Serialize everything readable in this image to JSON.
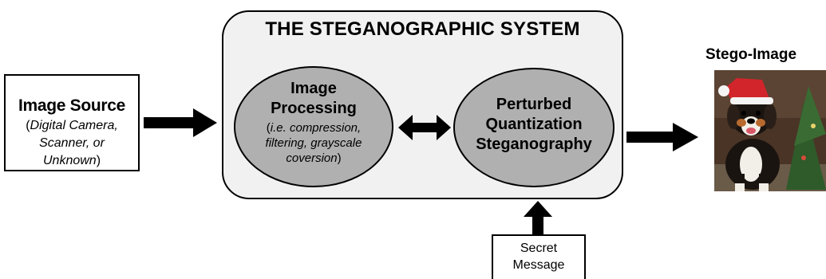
{
  "diagram": {
    "source": {
      "title": "Image Source",
      "open_paren": "(",
      "line1": "Digital Camera,",
      "line2": "Scanner, or",
      "line3": "Unknown",
      "close_paren": ")"
    },
    "system": {
      "title": "THE STEGANOGRAPHIC SYSTEM",
      "processing": {
        "title_line1": "Image",
        "title_line2": "Processing",
        "open_paren": "(",
        "sub_line1": "i.e. compression,",
        "sub_line2": "filtering, grayscale",
        "sub_line3": "coversion",
        "close_paren": ")"
      },
      "pq": {
        "title_line1": "Perturbed",
        "title_line2": "Quantization",
        "title_line3": "Steganography"
      }
    },
    "secret": {
      "line1": "Secret",
      "line2": "Message"
    },
    "output": {
      "label": "Stego-Image"
    },
    "colors": {
      "system_fill": "#f1f1f1",
      "ellipse_fill": "#b0b0b0",
      "arrow": "#000000"
    }
  }
}
